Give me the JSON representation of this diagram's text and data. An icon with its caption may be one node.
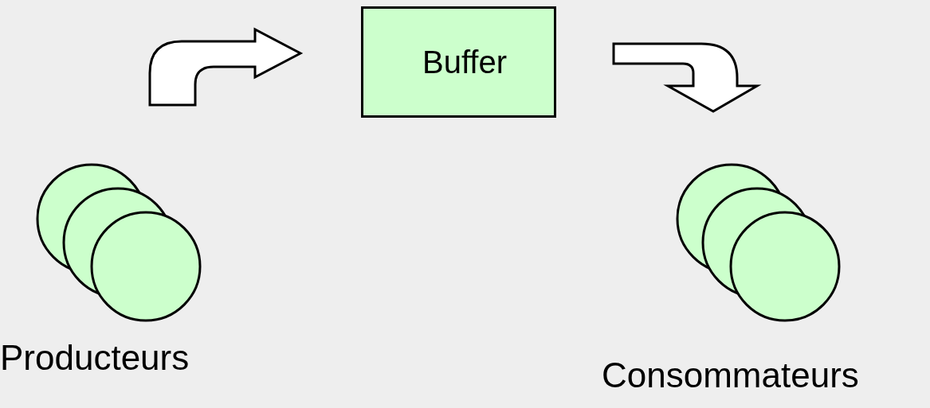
{
  "diagram": {
    "nodes": [
      {
        "text": [
          "Producteurs"
        ]
      },
      {
        "text": [
          "Buffer"
        ]
      },
      {
        "text": [
          "Consommateurs"
        ]
      }
    ],
    "edges": [
      {
        "from": 0,
        "to": 1,
        "arrow": "to"
      },
      {
        "from": 1,
        "to": 2,
        "arrow": "to"
      }
    ]
  }
}
